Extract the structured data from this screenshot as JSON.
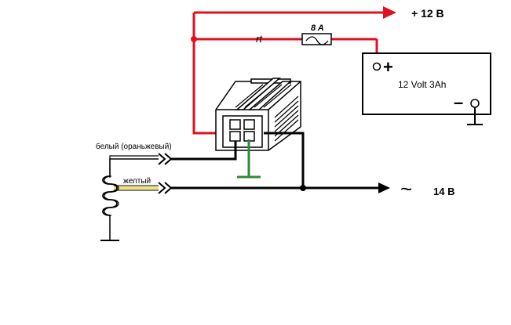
{
  "labels": {
    "plus_12v": "+ 12 В",
    "fuse_rating": "8  A",
    "wire_red": "rt",
    "battery": "12 Volt 3Ah",
    "battery_plus": "+",
    "battery_minus": "–",
    "white_wire": "белый (ораньжевый)",
    "yellow_wire": "желтый",
    "tilde": "~",
    "output_14v": "14 В"
  },
  "colors": {
    "red_wire": "#e01020",
    "green_wire": "#2f8a3a",
    "yellow_wire": "#f2e27a",
    "black": "#000000"
  }
}
